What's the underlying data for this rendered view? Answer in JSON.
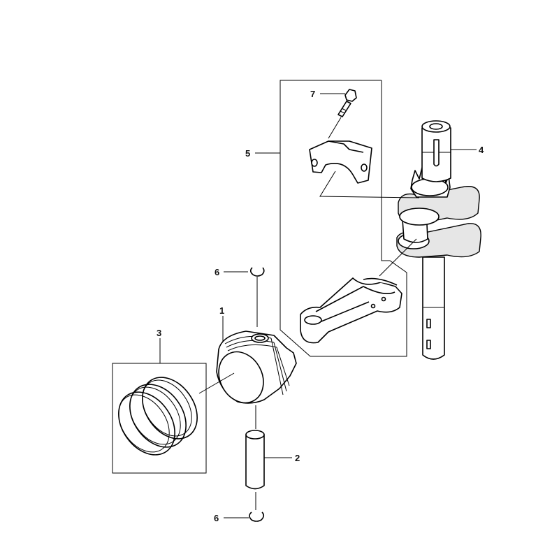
{
  "callouts": {
    "piston": "1",
    "piston_pin": "2",
    "piston_rings": "3",
    "crankshaft": "4",
    "connecting_rod_kit": "5",
    "pin_clip_top": "6",
    "pin_clip_bottom": "6",
    "rod_bolt": "7"
  }
}
